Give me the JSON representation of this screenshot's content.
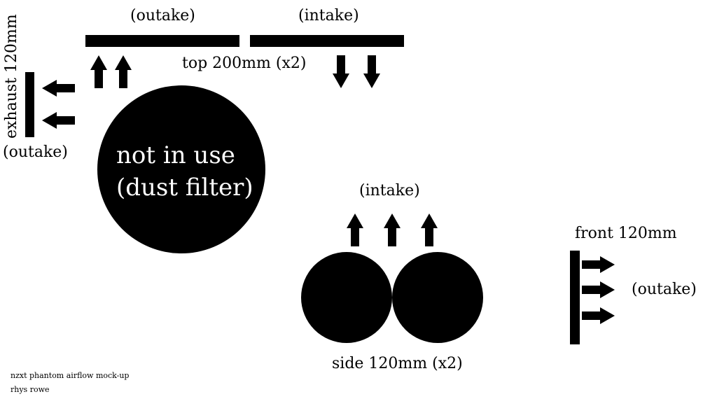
{
  "labels": {
    "top_outake": "(outake)",
    "top_intake": "(intake)",
    "top_fans": "top 200mm (x2)",
    "exhaust_fan": "exhaust 120mm",
    "exhaust_outake": "(outake)",
    "unused_fan_line1": "not in use",
    "unused_fan_line2": "(dust filter)",
    "side_intake": "(intake)",
    "side_fans": "side 120mm (x2)",
    "front_fan": "front 120mm",
    "front_outake": "(outake)"
  },
  "credits": {
    "title": "nzxt phantom airflow mock-up",
    "author": "rhys rowe"
  },
  "colors": {
    "ink": "#000000",
    "background": "#ffffff",
    "text_on_fan": "#ffffff"
  }
}
